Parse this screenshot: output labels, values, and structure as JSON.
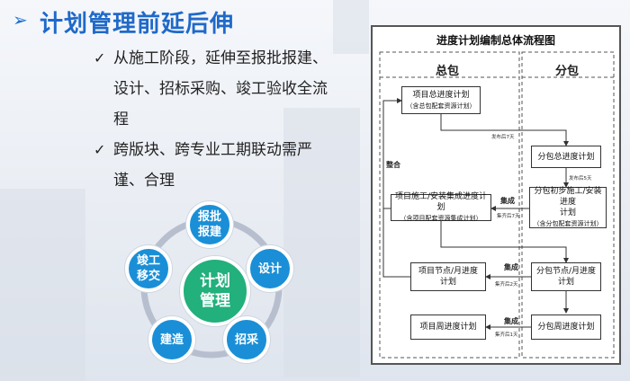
{
  "title": "计划管理前延后伸",
  "bullets": [
    "从施工阶段，延伸至报批报建、设计、招标采购、竣工验收全流程",
    "跨版块、跨专业工期联动需严谨、合理"
  ],
  "cycle": {
    "center": [
      "计划",
      "管理"
    ],
    "nodes": [
      {
        "key": "approval",
        "lines": [
          "报批",
          "报建"
        ]
      },
      {
        "key": "design",
        "lines": [
          "设计"
        ]
      },
      {
        "key": "procure",
        "lines": [
          "招采"
        ]
      },
      {
        "key": "build",
        "lines": [
          "建造"
        ]
      },
      {
        "key": "complete",
        "lines": [
          "竣工",
          "移交"
        ]
      }
    ],
    "colors": {
      "node": "#1a8fd7",
      "center": "#22b07d",
      "ring": "#b7bfcf"
    }
  },
  "flow": {
    "title": "进度计划编制总体流程图",
    "col_main": "总包",
    "col_sub": "分包",
    "boxes": {
      "main_total": [
        "项目总进度计划",
        "（含总包配套资源计划）"
      ],
      "sub_total": [
        "分包总进度计划"
      ],
      "main_install": [
        "项目施工/安装集成进度计划",
        "（含项目配套资源集成计划）"
      ],
      "sub_install": [
        "分包初步施工/安装进度",
        "计划",
        "（含分包配套资源计划）"
      ],
      "main_node": [
        "项目节点/月进度",
        "计划"
      ],
      "sub_node": [
        "分包节点/月进度",
        "计划"
      ],
      "main_week": [
        "项目周进度计划"
      ],
      "sub_week": [
        "分包周进度计划"
      ]
    },
    "labels": {
      "integrate": "整合",
      "collect1": "集成",
      "collect2": "集成",
      "collect3": "集成"
    },
    "tiny": {
      "t1": "发布后7天",
      "t2": "发布后5天",
      "t3": "集齐后7天",
      "t4": "集齐后2天",
      "t5": "集齐后1天"
    }
  }
}
